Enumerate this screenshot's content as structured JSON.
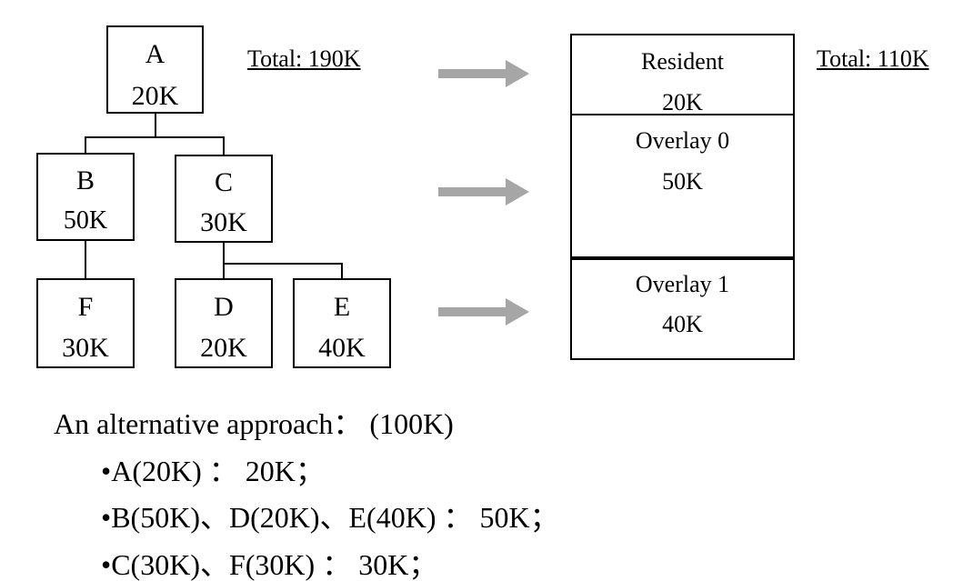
{
  "tree": {
    "nodes": [
      {
        "id": "A",
        "name": "A",
        "size": "20K"
      },
      {
        "id": "B",
        "name": "B",
        "size": "50K"
      },
      {
        "id": "C",
        "name": "C",
        "size": "30K"
      },
      {
        "id": "F",
        "name": "F",
        "size": "30K"
      },
      {
        "id": "D",
        "name": "D",
        "size": "20K"
      },
      {
        "id": "E",
        "name": "E",
        "size": "40K"
      }
    ],
    "total_label": "Total: 190K"
  },
  "memory": {
    "segments": [
      {
        "name": "Resident",
        "size": "20K"
      },
      {
        "name": "Overlay 0",
        "size": "50K"
      },
      {
        "name": "Overlay 1",
        "size": "40K"
      }
    ],
    "total_label": "Total: 110K"
  },
  "colors": {
    "arrow": "#a6a6a6",
    "border": "#000000"
  },
  "alternative": {
    "heading": "An alternative approach： (100K)",
    "items": [
      "•A(20K) ： 20K；",
      "•B(50K)、D(20K)、E(40K) ： 50K；",
      "•C(30K)、F(30K) ： 30K；"
    ]
  }
}
